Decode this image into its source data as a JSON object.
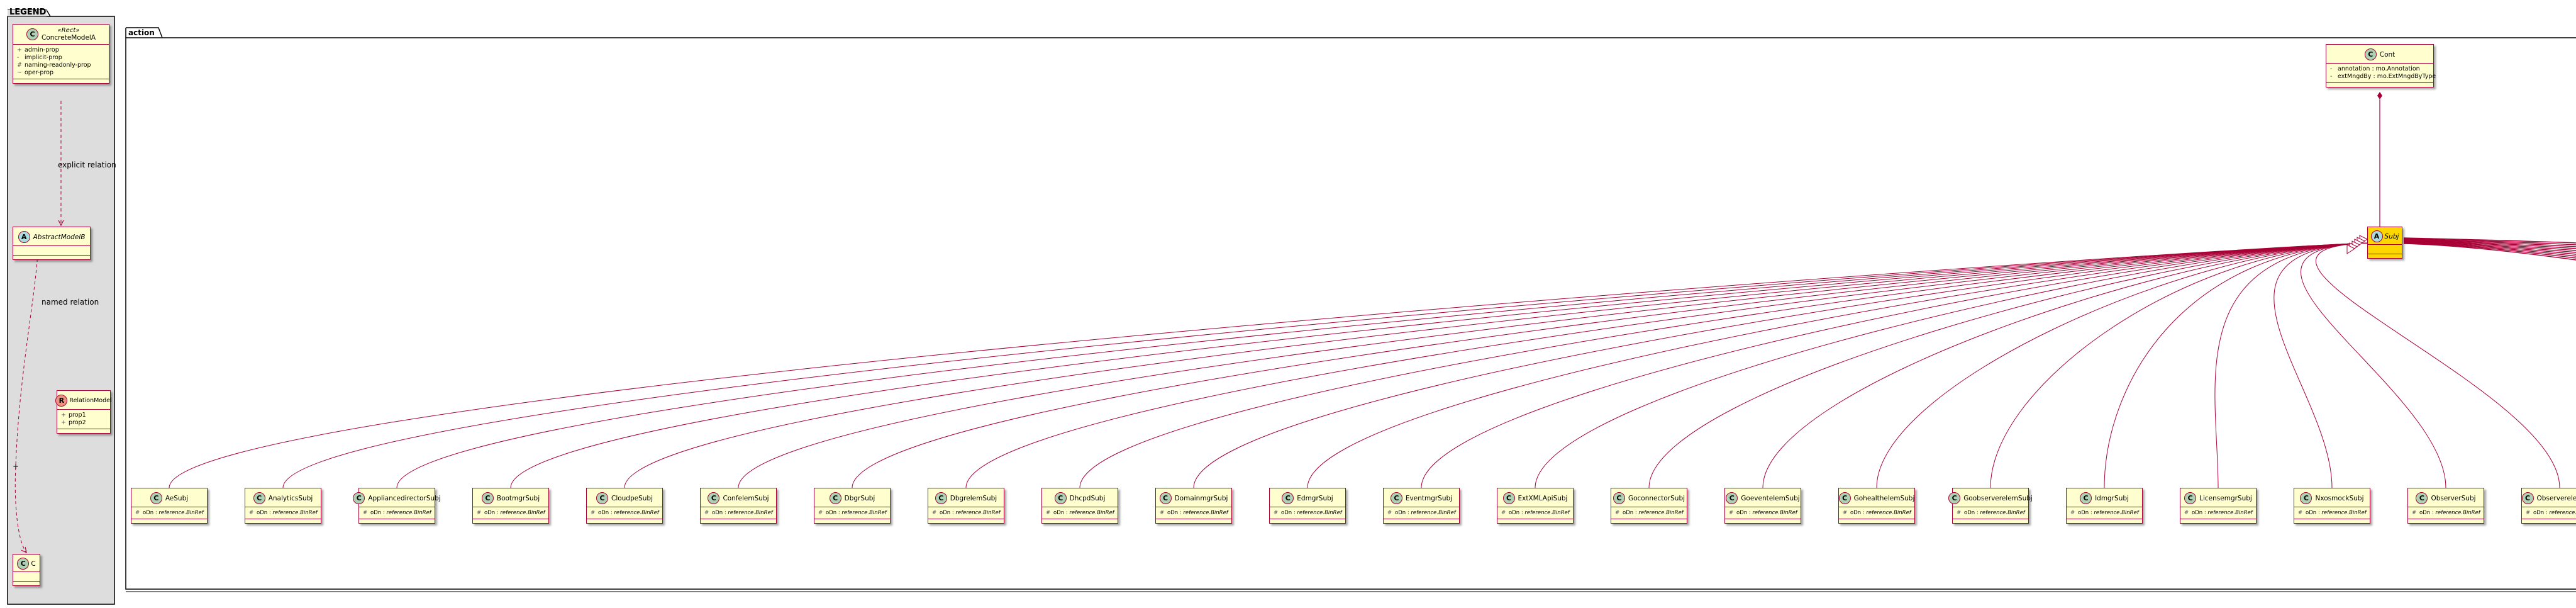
{
  "legend": {
    "title": "LEGEND",
    "concrete": {
      "stereotype": "«Rect»",
      "name": "ConcreteModelA",
      "attributes": [
        {
          "vis": "+",
          "text": "admin-prop"
        },
        {
          "vis": "-",
          "text": "implicit-prop"
        },
        {
          "vis": "#",
          "text": "naming-readonly-prop"
        },
        {
          "vis": "~",
          "text": "oper-prop"
        }
      ]
    },
    "abstract": {
      "name": "AbstractModelB"
    },
    "relation": {
      "name": "RelationModel",
      "attributes": [
        {
          "vis": "+",
          "text": "prop1"
        },
        {
          "vis": "+",
          "text": "prop2"
        }
      ]
    },
    "c_class": {
      "name": "C"
    },
    "label_explicit": "explicit relation",
    "label_named": "named relation"
  },
  "action": {
    "title": "action",
    "cont": {
      "name": "Cont",
      "attributes": [
        {
          "vis": "-",
          "name": "annotation",
          "type": "mo.Annotation"
        },
        {
          "vis": "-",
          "name": "extMngdBy",
          "type": "mo.ExtMngdByType"
        }
      ]
    },
    "subj": {
      "name": "Subj"
    },
    "children": [
      {
        "name": "AeSubj",
        "attr": "oDn",
        "type": "reference.BinRef"
      },
      {
        "name": "AnalyticsSubj",
        "attr": "oDn",
        "type": "reference.BinRef"
      },
      {
        "name": "AppliancedirectorSubj",
        "attr": "oDn",
        "type": "reference.BinRef"
      },
      {
        "name": "BootmgrSubj",
        "attr": "oDn",
        "type": "reference.BinRef"
      },
      {
        "name": "CloudpeSubj",
        "attr": "oDn",
        "type": "reference.BinRef"
      },
      {
        "name": "ConfelemSubj",
        "attr": "oDn",
        "type": "reference.BinRef"
      },
      {
        "name": "DbgrSubj",
        "attr": "oDn",
        "type": "reference.BinRef"
      },
      {
        "name": "DbgrelemSubj",
        "attr": "oDn",
        "type": "reference.BinRef"
      },
      {
        "name": "DhcpdSubj",
        "attr": "oDn",
        "type": "reference.BinRef"
      },
      {
        "name": "DomainmgrSubj",
        "attr": "oDn",
        "type": "reference.BinRef"
      },
      {
        "name": "EdmgrSubj",
        "attr": "oDn",
        "type": "reference.BinRef"
      },
      {
        "name": "EventmgrSubj",
        "attr": "oDn",
        "type": "reference.BinRef"
      },
      {
        "name": "ExtXMLApiSubj",
        "attr": "oDn",
        "type": "reference.BinRef"
      },
      {
        "name": "GoconnectorSubj",
        "attr": "oDn",
        "type": "reference.BinRef"
      },
      {
        "name": "GoeventelemSubj",
        "attr": "oDn",
        "type": "reference.BinRef"
      },
      {
        "name": "GohealthelemSubj",
        "attr": "oDn",
        "type": "reference.BinRef"
      },
      {
        "name": "GoobserverelemSubj",
        "attr": "oDn",
        "type": "reference.BinRef"
      },
      {
        "name": "IdmgrSubj",
        "attr": "oDn",
        "type": "reference.BinRef"
      },
      {
        "name": "LicensemgrSubj",
        "attr": "oDn",
        "type": "reference.BinRef"
      },
      {
        "name": "NxosmockSubj",
        "attr": "oDn",
        "type": "reference.BinRef"
      },
      {
        "name": "ObserverSubj",
        "attr": "oDn",
        "type": "reference.BinRef"
      },
      {
        "name": "ObserverelemSubj",
        "attr": "oDn",
        "type": "reference.BinRef"
      }
    ]
  },
  "colors": {
    "class_fill": "#FEFECE",
    "border": "#A80036",
    "circle_class": "#ADD1B2",
    "circle_abstract": "#A9DCDF",
    "circle_relation": "#EB937F",
    "highlight": "#FFD700",
    "legend_bg": "#DDDDDD"
  },
  "icons": {
    "class_circle": "circle-C-icon",
    "abstract_circle": "circle-A-icon",
    "relation_circle": "circle-R-icon"
  }
}
